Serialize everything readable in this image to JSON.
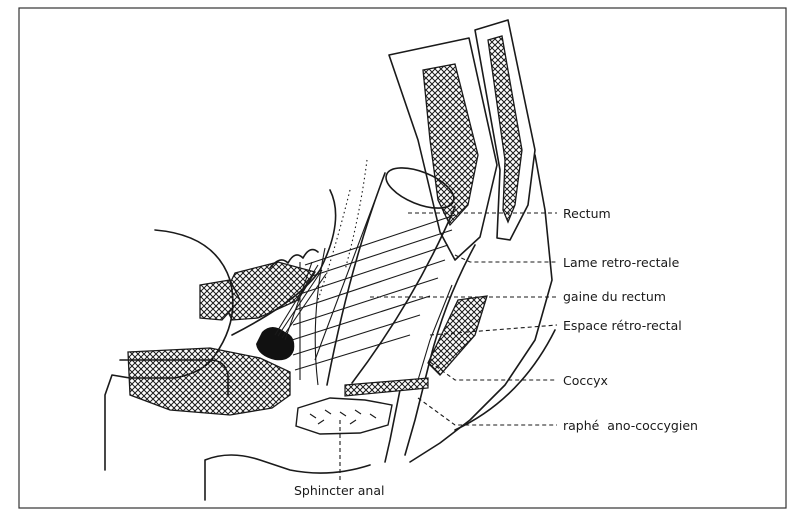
{
  "labels": {
    "rectum": "Rectum",
    "lame_retro_rectale": "Lame retro-rectale",
    "gaine_du_rectum": "gaine du rectum",
    "espace_retro_rectal": "Espace rétro-rectal",
    "coccyx": "Coccyx",
    "raphe": "raphé  ano-coccygien",
    "sphincter": "Sphincter anal"
  },
  "colors": {
    "ink": "#1a1a1a",
    "background": "#ffffff",
    "frame": "#333333"
  }
}
